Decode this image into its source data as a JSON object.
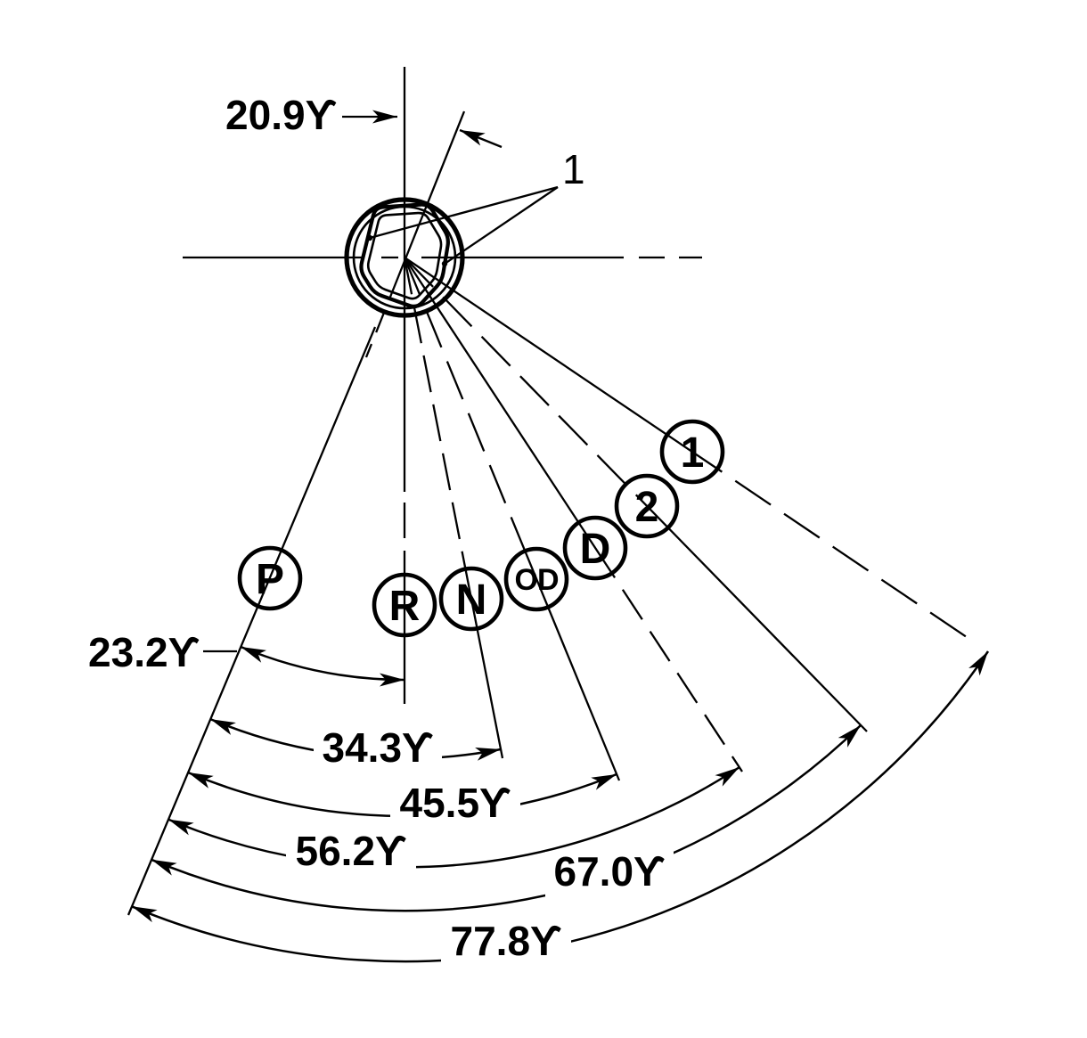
{
  "diagram": {
    "callout_label": "1",
    "dimensions": {
      "shaft_rotation": "20.9ϒ",
      "angles": [
        "23.2ϒ",
        "34.3ϒ",
        "45.5ϒ",
        "56.2ϒ",
        "67.0ϒ",
        "77.8ϒ"
      ]
    },
    "positions": [
      {
        "label": "P"
      },
      {
        "label": "R"
      },
      {
        "label": "N"
      },
      {
        "label": "OD"
      },
      {
        "label": "D"
      },
      {
        "label": "2"
      },
      {
        "label": "1"
      }
    ],
    "colors": {
      "ink": "#000000",
      "background": "#ffffff"
    }
  }
}
